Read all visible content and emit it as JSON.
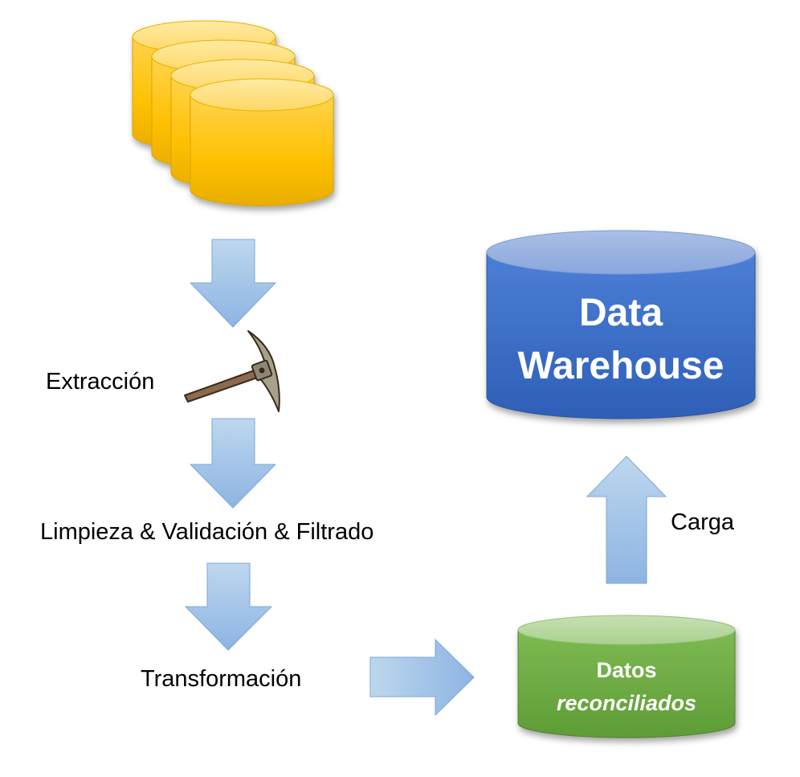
{
  "steps": {
    "extraction": "Extracción",
    "cleaning": "Limpieza & Validación & Filtrado",
    "transformation": "Transformación",
    "load": "Carga"
  },
  "warehouse": {
    "line1": "Data",
    "line2": "Warehouse"
  },
  "reconciled": {
    "line1": "Datos",
    "line2": "reconciliados"
  },
  "icons": {
    "sources": "database-stack-icon",
    "extraction": "pickaxe-icon"
  },
  "colors": {
    "sources": "#ffc000",
    "warehouse": "#4472c4",
    "reconciled": "#70ad47",
    "arrows": "#9dc3e6"
  }
}
